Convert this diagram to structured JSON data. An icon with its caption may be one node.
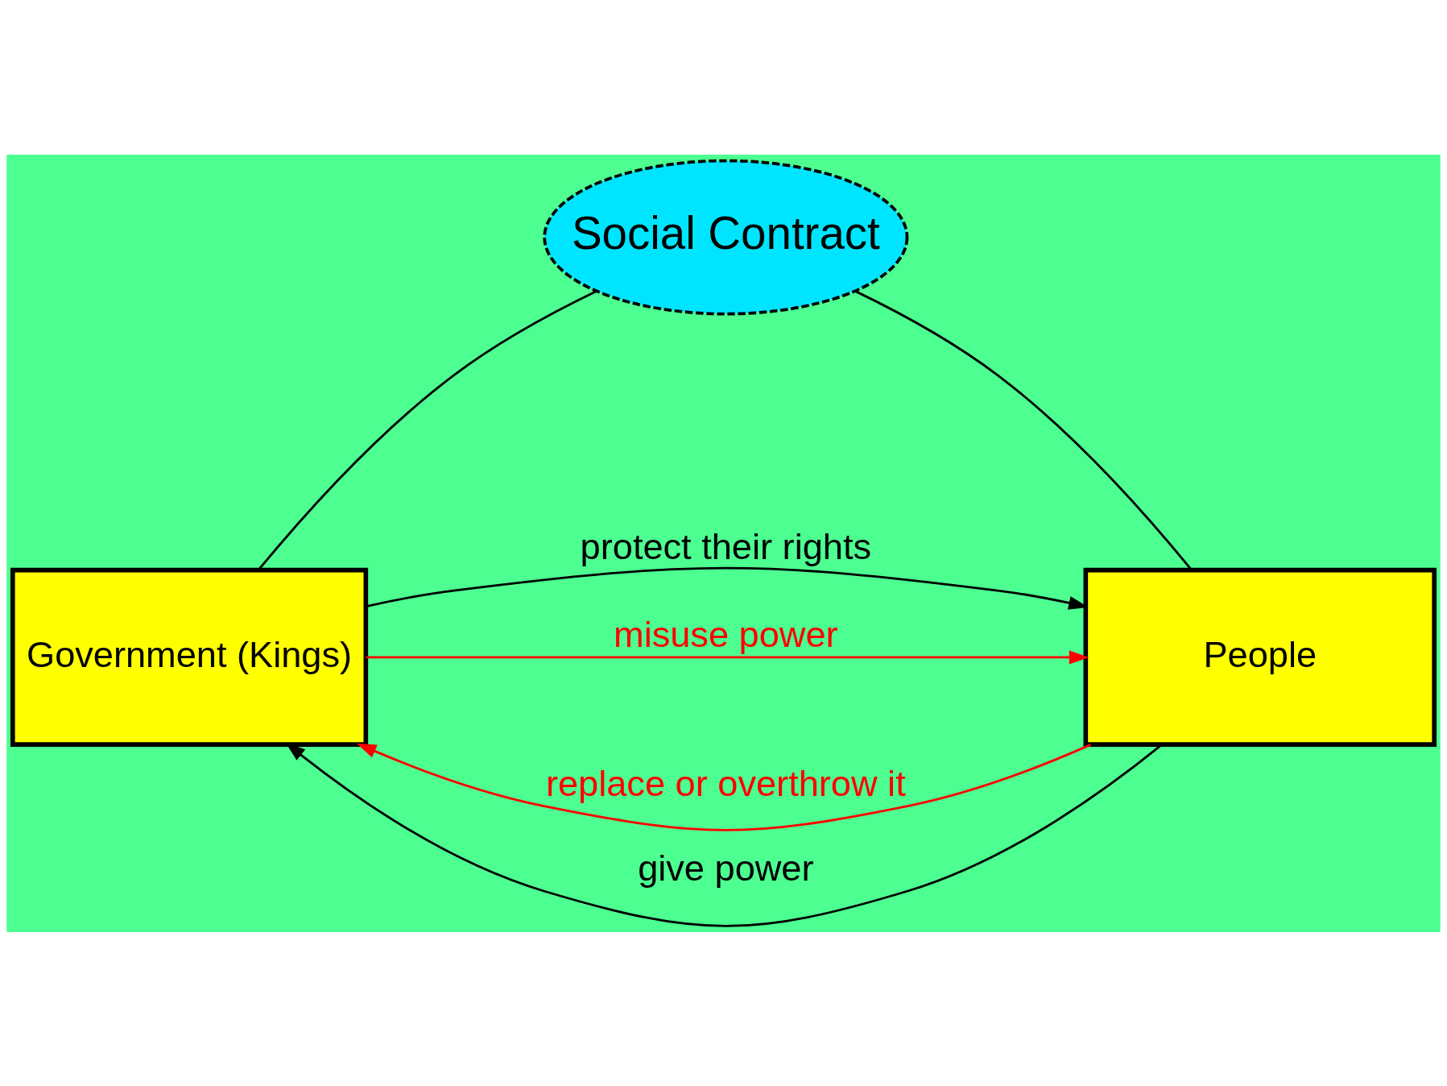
{
  "diagram": {
    "nodes": [
      {
        "text": [
          "Government (Kings)"
        ]
      },
      {
        "text": [
          "Social Contract"
        ]
      },
      {
        "text": [
          "People"
        ]
      }
    ],
    "edges": [
      {
        "from": 2,
        "to": 0,
        "arrow": "to",
        "label": "replace or overthrow it",
        "color": "#ff0000"
      },
      {
        "from": 0,
        "to": 2,
        "arrow": "to",
        "label": "protect their rights"
      },
      {
        "from": 0,
        "to": 1,
        "arrow": "none"
      },
      {
        "from": 1,
        "to": 2,
        "arrow": "none"
      },
      {
        "from": 2,
        "to": 0,
        "arrow": "to",
        "label": "give power"
      },
      {
        "from": 0,
        "to": 2,
        "arrow": "to",
        "label": "misuse power",
        "color": "#ff0000"
      }
    ]
  }
}
